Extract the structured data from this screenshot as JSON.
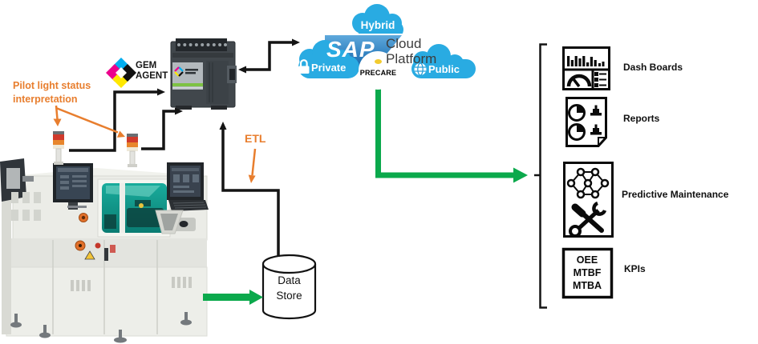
{
  "colors": {
    "background": "#ffffff",
    "annotation_orange": "#E87E2E",
    "flow_green": "#0BA94C",
    "line_black": "#141414",
    "cloud_blue": "#29ABE2",
    "sap_blue_dark": "#1065AC",
    "sap_blue_light": "#5FA9DC",
    "machine_window_teal": "#12A796",
    "gem_logo_cyan": "#00AEEF",
    "gem_logo_magenta": "#EC008C",
    "gem_logo_yellow": "#FFE800",
    "device_green_stripe": "#7DC243"
  },
  "gem_agent": {
    "line1": "GEM",
    "line2": "AGENT"
  },
  "annotations": {
    "pilot_note_line1": "Pilot light status",
    "pilot_note_line2": "interpretation",
    "etl": "ETL"
  },
  "cloud": {
    "hybrid": "Hybrid",
    "sap": "SAP",
    "platform_line1": "Cloud",
    "platform_line2": "Platform",
    "private": "Private",
    "public": "Public",
    "precare": "PRECARE"
  },
  "data_store": {
    "line1": "Data",
    "line2": "Store"
  },
  "outputs": [
    {
      "label": "Dash Boards",
      "icon": "dashboard-icon"
    },
    {
      "label": "Reports",
      "icon": "report-icon"
    },
    {
      "label": "Predictive Maintenance",
      "icon": "predictive-maintenance-icon"
    },
    {
      "label": "KPIs",
      "icon": "kpi-icon",
      "kpis": [
        "OEE",
        "MTBF",
        "MTBA"
      ]
    }
  ]
}
